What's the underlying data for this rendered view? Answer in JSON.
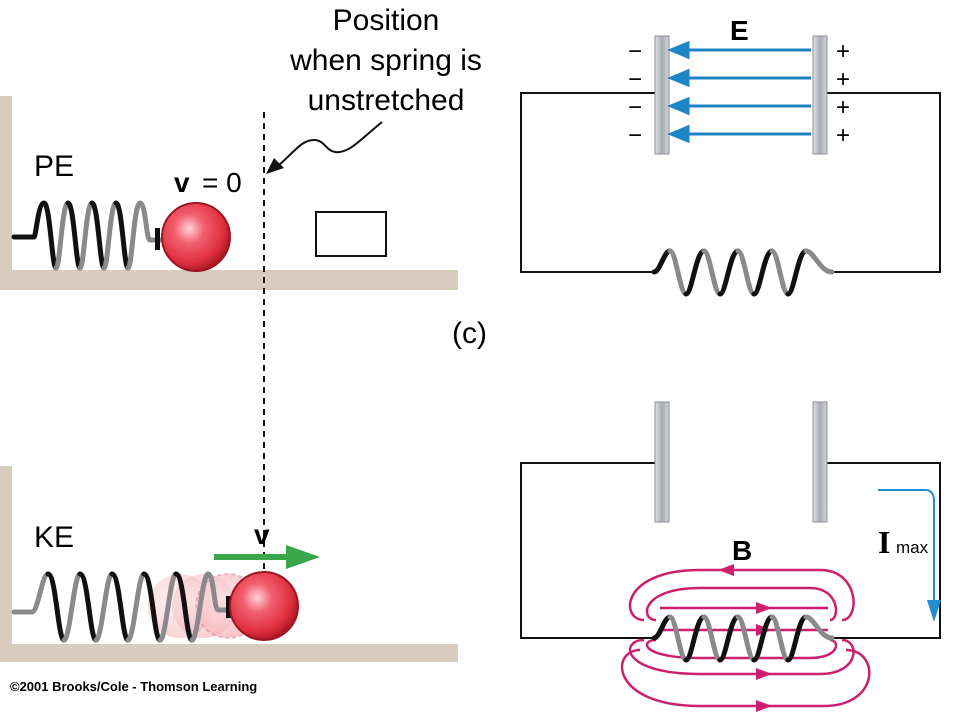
{
  "spring_diagram": {
    "annotation": {
      "line1": "Position",
      "line2": "when spring is",
      "line3": "unstretched"
    },
    "top": {
      "energy_label": "PE",
      "velocity_symbol": "v",
      "velocity_equals": "= 0"
    },
    "bottom": {
      "energy_label": "KE",
      "velocity_symbol": "v"
    }
  },
  "panel_label": "(c)",
  "circuit_top": {
    "field_label": "E",
    "left_plate_charges": [
      "−",
      "−",
      "−",
      "−"
    ],
    "right_plate_charges": [
      "+",
      "+",
      "+",
      "+"
    ]
  },
  "circuit_bottom": {
    "field_label": "B",
    "current_symbol": "I",
    "current_subscript": "max"
  },
  "copyright": "©2001 Brooks/Cole - Thomson Learning",
  "colors": {
    "wall": "#d7ccbd",
    "spring_dark": "#111111",
    "spring_light": "#8a8a8a",
    "ball": "#e33a4a",
    "ball_highlight": "#ffc7cc",
    "velocity_arrow": "#3aa64a",
    "e_field": "#1f86c4",
    "b_field": "#cc1f6e",
    "current_arrow": "#1f8fcf",
    "plate": "#c7c9cf"
  }
}
